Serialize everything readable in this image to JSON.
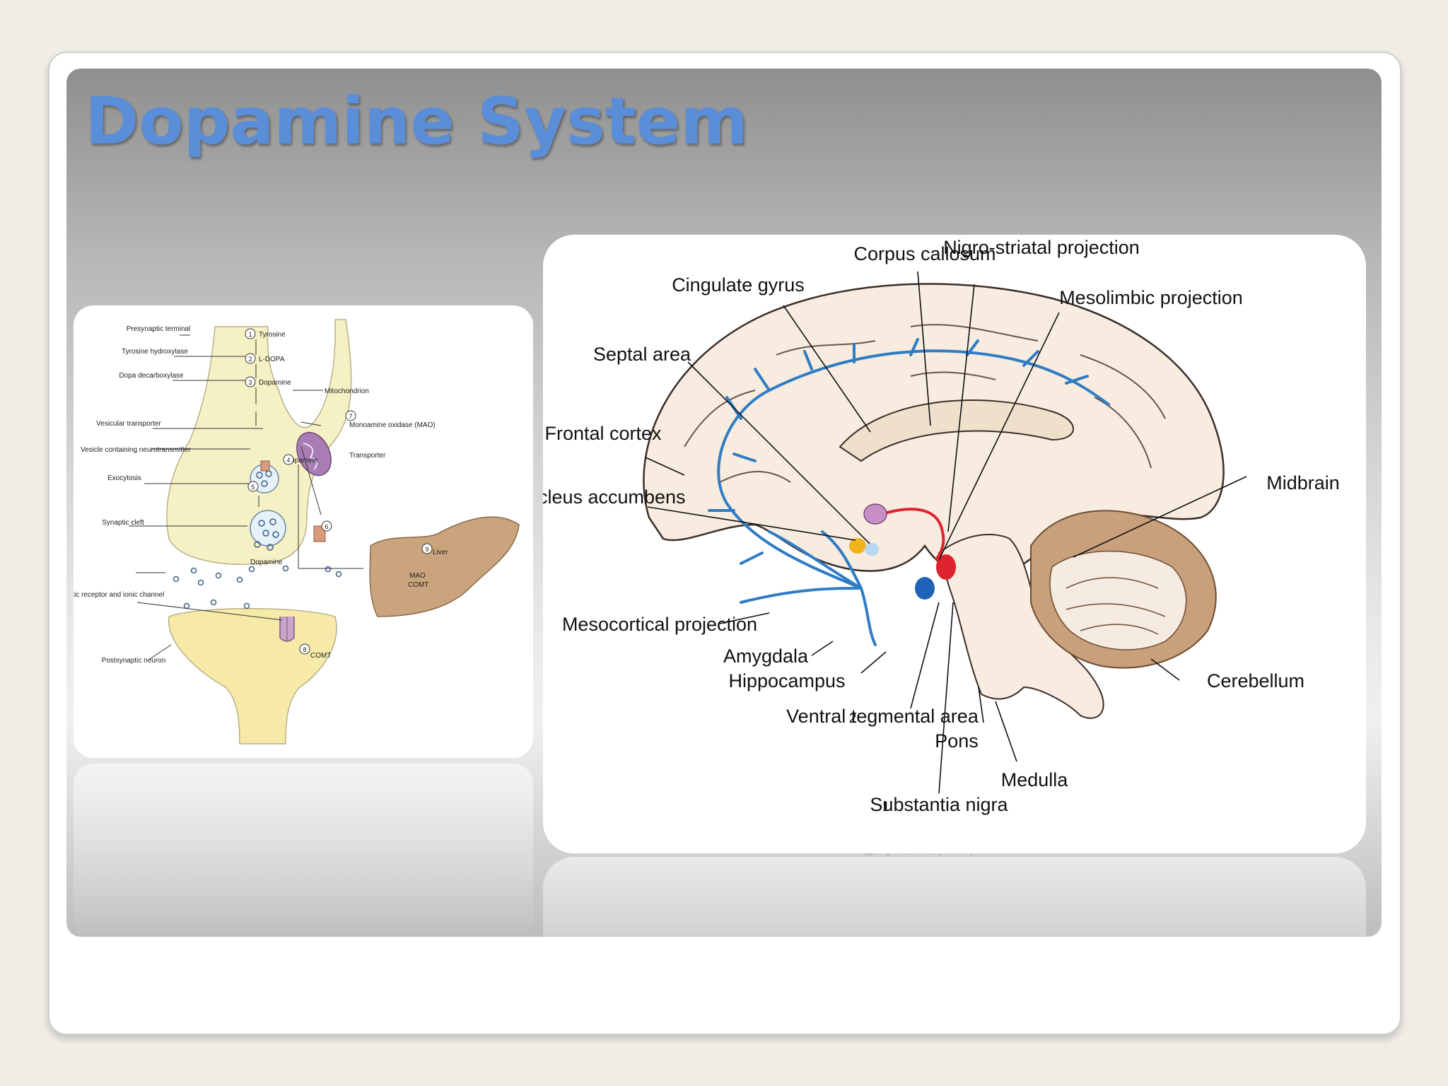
{
  "slide": {
    "title": "Dopamine System"
  },
  "synapse": {
    "labels": {
      "presynaptic_terminal": "Presynaptic terminal",
      "tyrosine_hydroxylase": "Tyrosine hydroxylase",
      "dopa_decarboxylase": "Dopa decarboxylase",
      "vesicular_transporter": "Vesicular transporter",
      "vesicle_containing": "Vesicle containing neurotransmitter",
      "exocytosis": "Exocytosis",
      "synaptic_cleft": "Synaptic cleft",
      "postsynaptic_receptor": "Postsynaptic receptor and ionic channel",
      "postsynaptic_neuron": "Postsynaptic neuron",
      "mitochondrion": "Mitochondrion",
      "monoamine_oxidase": "Monoamine oxidase (MAO)",
      "transporter": "Transporter",
      "dopamine_inner": "Dopamine",
      "dopamine_cleft": "Dopamine",
      "liver": "Liver",
      "mao": "MAO",
      "comt_liver": "COMT",
      "comt_post": "COMT"
    },
    "steps": [
      {
        "num": "1",
        "label": "Tyrosine"
      },
      {
        "num": "2",
        "label": "L-DOPA"
      },
      {
        "num": "3",
        "label": "Dopamine"
      },
      {
        "num": "4",
        "label": ""
      },
      {
        "num": "5",
        "label": ""
      },
      {
        "num": "6",
        "label": ""
      },
      {
        "num": "7",
        "label": ""
      },
      {
        "num": "8",
        "label": ""
      },
      {
        "num": "9",
        "label": ""
      }
    ],
    "colors": {
      "neuron_fill": "#f6f1c4",
      "liver_fill": "#c9a47d",
      "mitochondrion": "#a87cb5",
      "transporter": "#d99a7d"
    }
  },
  "brain": {
    "labels": {
      "corpus_callosum": "Corpus callosum",
      "nigro_striatal": "Nigro-striatal projection",
      "cingulate_gyrus": "Cingulate gyrus",
      "mesolimbic": "Mesolimbic projection",
      "septal_area": "Septal area",
      "frontal_cortex": "Frontal cortex",
      "midbrain": "Midbrain",
      "nucleus_accumbens": "Nucleus accumbens",
      "mesocortical": "Mesocortical projection",
      "amygdala": "Amygdala",
      "hippocampus": "Hippocampus",
      "cerebellum": "Cerebellum",
      "ventral_tegmental": "Ventral tegmental area",
      "ventral_tegmental_sup": "2",
      "pons": "Pons",
      "medulla": "Medulla",
      "substantia_nigra": "Substantia nigra",
      "substantia_nigra_sup": "1"
    },
    "colors": {
      "pathway": "#2f7cc4",
      "nigro_striatal": "#e0242f",
      "vta": "#1f63b8",
      "brain_fill": "#f7ecdf",
      "cerebellum": "#c9a07c"
    }
  }
}
